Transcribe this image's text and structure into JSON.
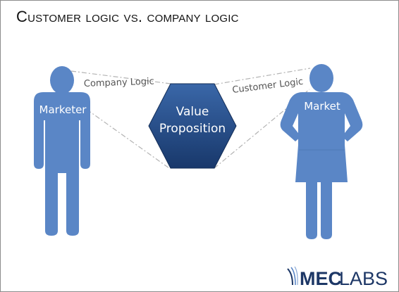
{
  "title": "Customer logic vs. company logic",
  "diagram": {
    "left_figure_label": "Marketer",
    "right_figure_label": "Market",
    "center_label_line1": "Value",
    "center_label_line2": "Proposition",
    "left_connector_label": "Company Logic",
    "right_connector_label": "Customer Logic"
  },
  "logo": {
    "text_bold": "MEC",
    "text_light": "LABS"
  },
  "colors": {
    "figure": "#5a86c6",
    "hexagon_dark": "#18386b",
    "hexagon_light": "#3a67a8",
    "connector": "#b3b3b3",
    "logo": "#1d3766"
  }
}
